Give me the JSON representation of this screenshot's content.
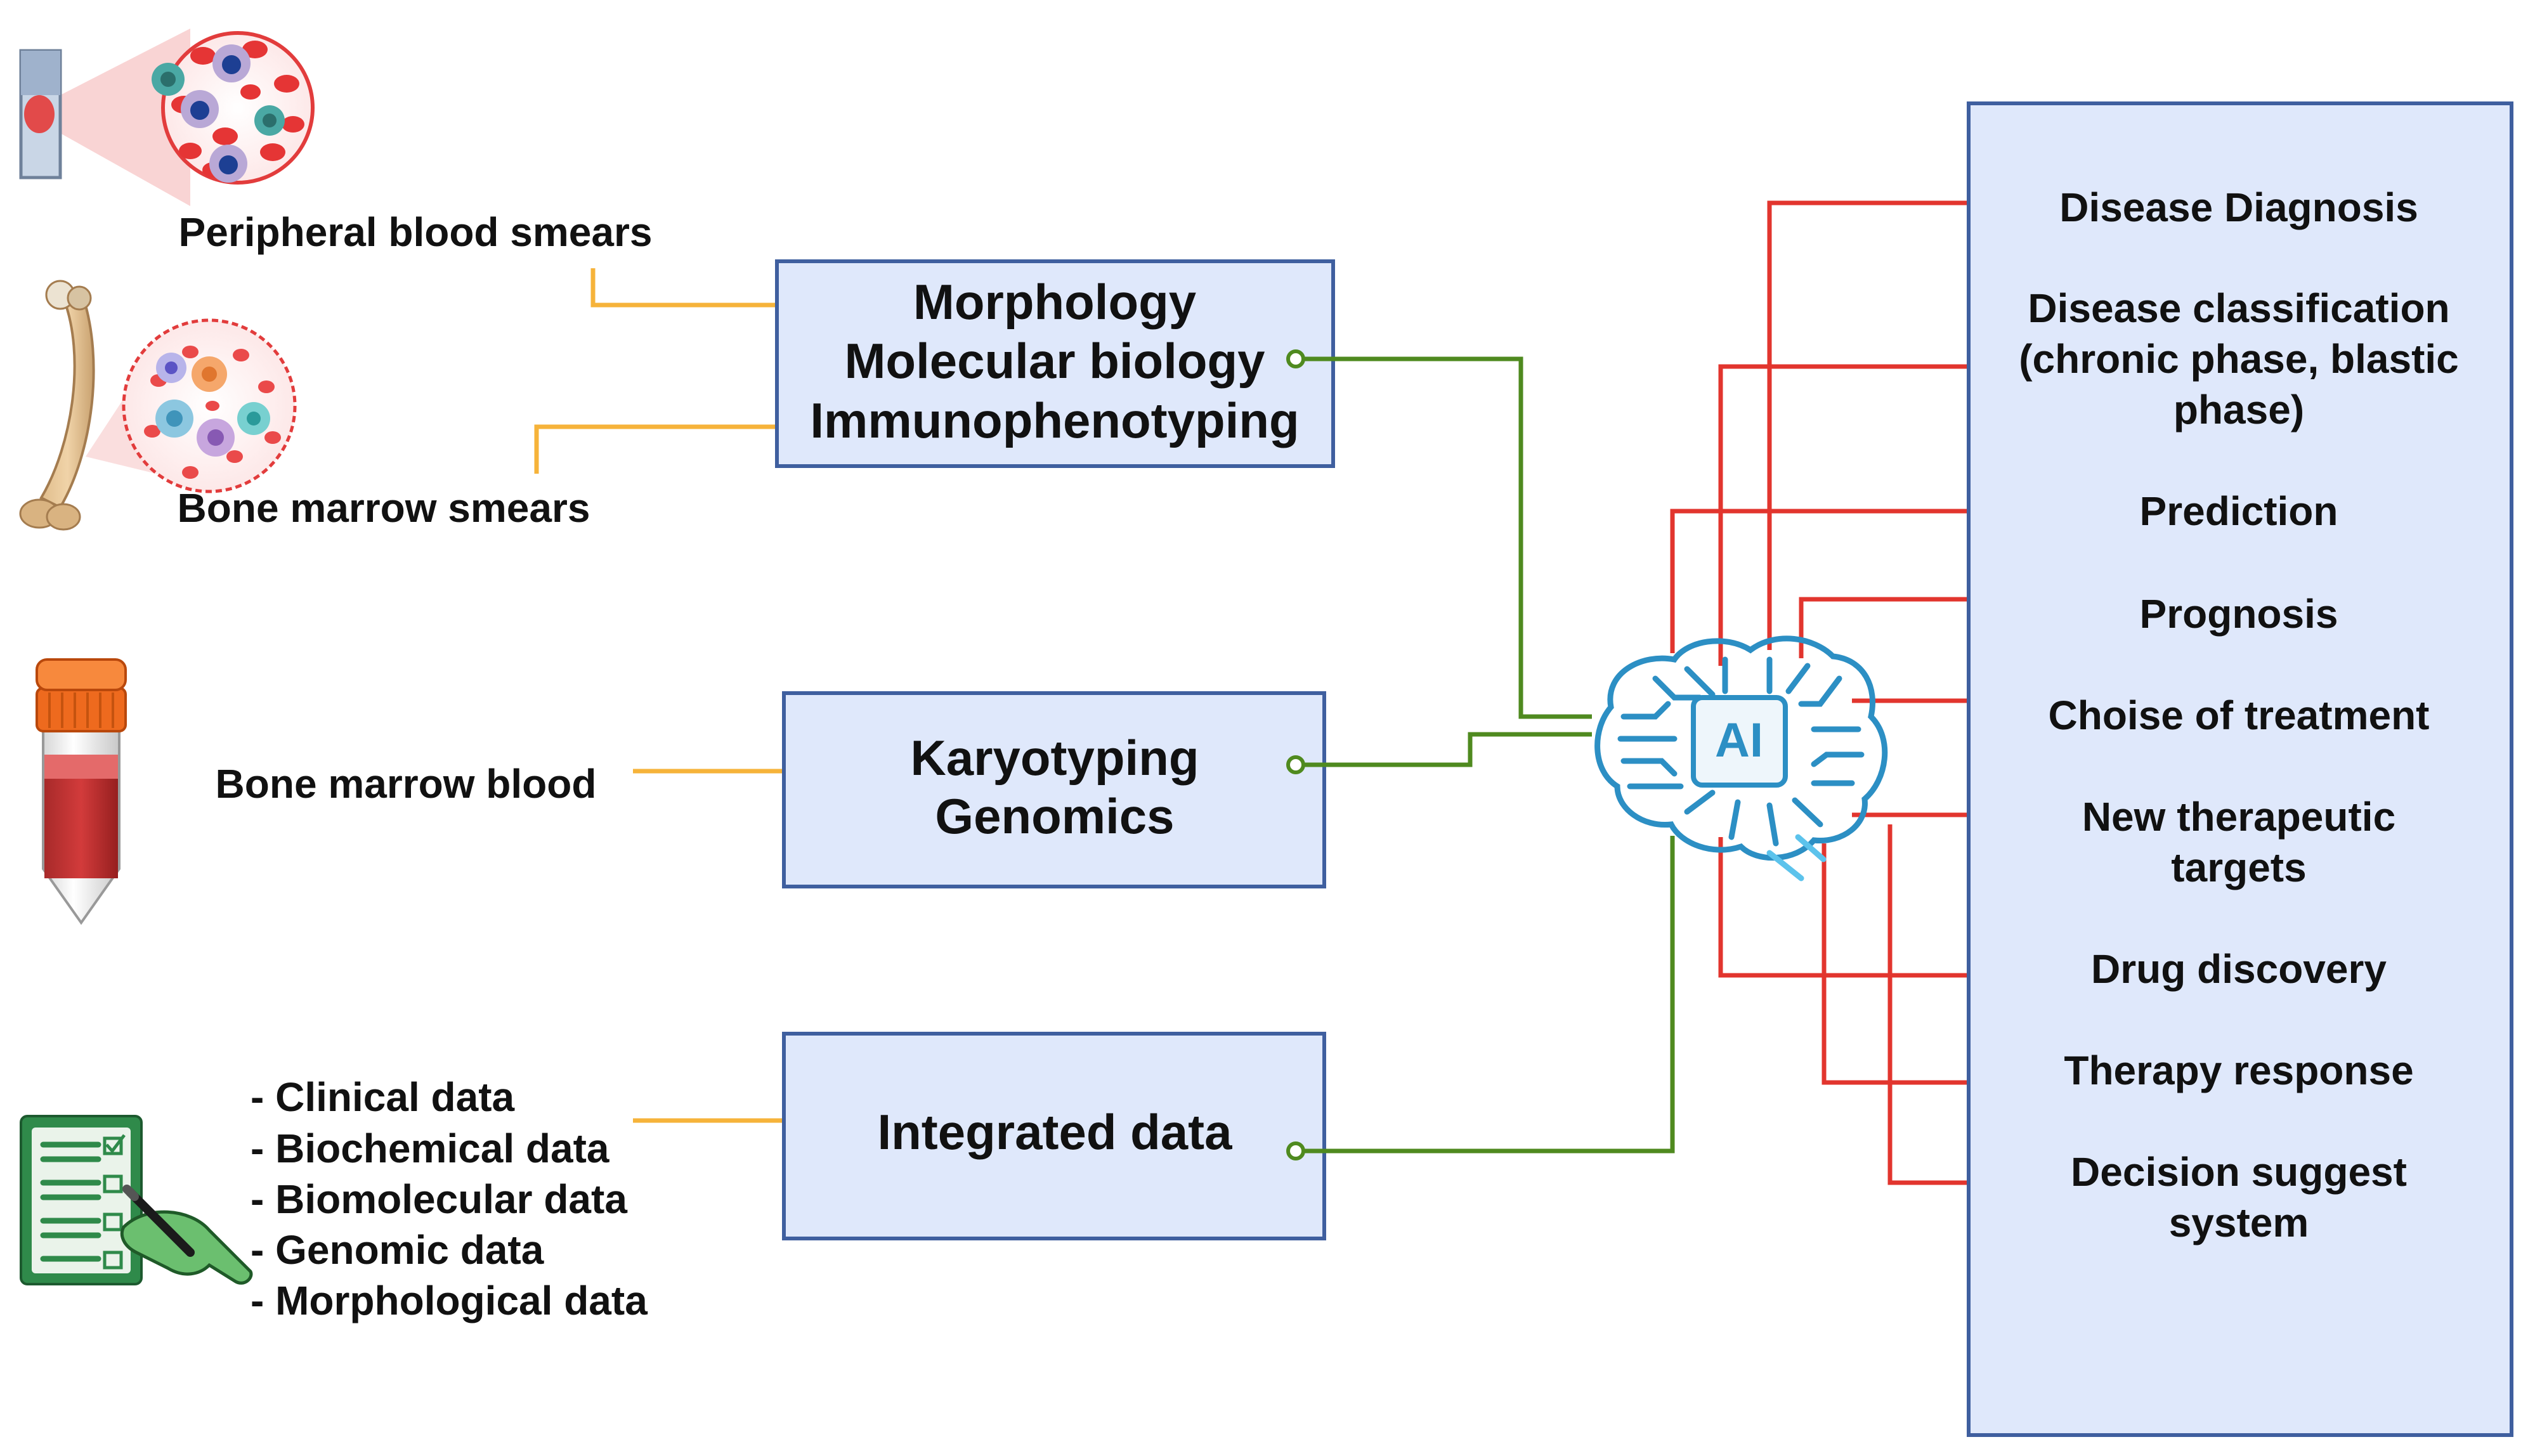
{
  "colors": {
    "source_connector": "#f6b33a",
    "box_connector": "#4f8a1f",
    "output_connector": "#e2352e",
    "box_fill": "#dfe8fb",
    "box_border": "#3f5f9f",
    "ai_circuit": "#2c8fc4",
    "ai_chip_fill": "#eef6fb"
  },
  "sources": {
    "peripheral_blood_smears": "Peripheral blood smears",
    "bone_marrow_smears": "Bone marrow smears",
    "bone_marrow_blood": "Bone marrow blood",
    "data_list": [
      "- Clinical data",
      "- Biochemical data",
      "- Biomolecular data",
      "- Genomic data",
      "- Morphological data"
    ]
  },
  "boxes": {
    "box1": [
      "Morphology",
      "Molecular biology",
      "Immunophenotyping"
    ],
    "box2": [
      "Karyotyping",
      "Genomics"
    ],
    "box3": [
      "Integrated data"
    ]
  },
  "ai_label": "AI",
  "outputs": [
    {
      "lines": [
        "Disease Diagnosis"
      ]
    },
    {
      "lines": [
        "Disease classification",
        "(chronic phase, blastic",
        "phase)"
      ]
    },
    {
      "lines": [
        "Prediction"
      ]
    },
    {
      "lines": [
        "Prognosis"
      ]
    },
    {
      "lines": [
        "Choise of treatment"
      ]
    },
    {
      "lines": [
        "New therapeutic",
        "targets"
      ]
    },
    {
      "lines": [
        "Drug discovery"
      ]
    },
    {
      "lines": [
        "Therapy response"
      ]
    },
    {
      "lines": [
        "Decision suggest",
        "system"
      ]
    }
  ],
  "icons": [
    "slide-with-magnified-blood-cells-icon",
    "bone-with-magnified-marrow-cells-icon",
    "blood-collection-tube-icon",
    "checklist-with-hand-icon",
    "ai-brain-circuit-icon"
  ]
}
